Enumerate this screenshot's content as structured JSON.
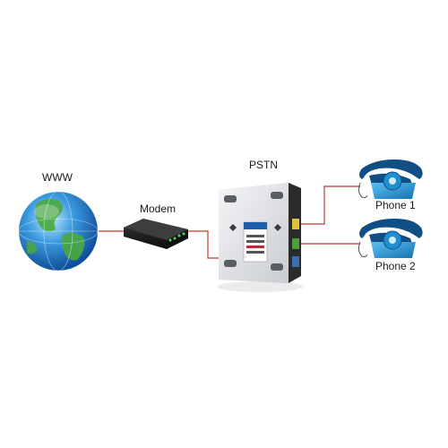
{
  "nodes": {
    "www": {
      "label": "WWW"
    },
    "modem": {
      "label": "Modem"
    },
    "pstn": {
      "label": "PSTN"
    },
    "phone1": {
      "label": "Phone 1"
    },
    "phone2": {
      "label": "Phone 2"
    }
  },
  "colors": {
    "connector": "#c0392b",
    "phone_body": "#1f8fcf",
    "phone_handset": "#0f4f86",
    "globe_ocean": "#2f8fd6",
    "globe_land": "#4aa83f",
    "device_body": "#d6d9dd",
    "device_side": "#2b2b2b",
    "modem_body": "#1b1b1b",
    "modem_led": "#4cd964"
  }
}
